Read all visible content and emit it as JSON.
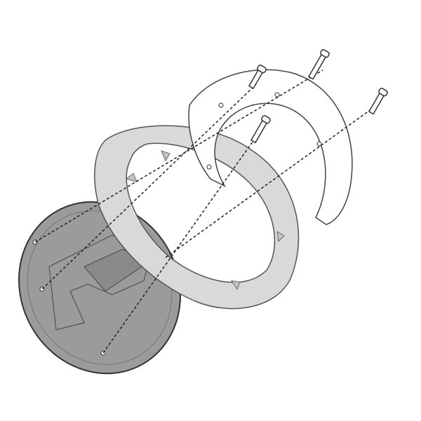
{
  "colors": {
    "background": "#ffffff",
    "tank_plate": "#9b9b9b",
    "adapter_ring": "#d9d9d9",
    "flange_ring": "#ffffff",
    "outline": "#3a3a3a"
  },
  "icons": [
    "tank-plate",
    "adapter-ring",
    "flange-ring",
    "bolt",
    "dashed-guide-line"
  ]
}
